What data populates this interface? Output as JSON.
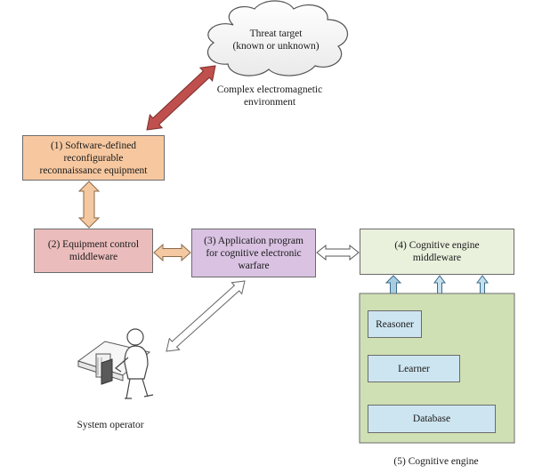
{
  "threat": {
    "text": "Threat target\n(known or unknown)"
  },
  "environment": {
    "text": "Complex electromagnetic\nenvironment"
  },
  "box1": {
    "text": "(1) Software-defined\nreconfigurable\nreconnaissance equipment",
    "color": "#f7c8a0"
  },
  "box2": {
    "text": "(2) Equipment control\nmiddleware",
    "color": "#ebbcbc"
  },
  "box3": {
    "text": "(3) Application program\nfor cognitive electronic\nwarfare",
    "color": "#d9c2e2"
  },
  "box4": {
    "text": "(4) Cognitive engine\nmiddleware",
    "color": "#e9f0dc"
  },
  "engine": {
    "caption": "(5) Cognitive engine",
    "panel_color": "#cfe0b4",
    "reasoner": "Reasoner",
    "learner": "Learner",
    "database": "Database",
    "inner_color": "#cde5f0"
  },
  "operator": {
    "label": "System operator"
  },
  "arrow_colors": {
    "threat_link": "#c0504d",
    "box1_box2": "#f4c8a0",
    "box2_box3": "#f4c8a0",
    "box3_box4": "#ffffff",
    "operator_link": "#ffffff",
    "reasoner_link": "#a9cde0",
    "engine_links": "#c5e0ee"
  }
}
